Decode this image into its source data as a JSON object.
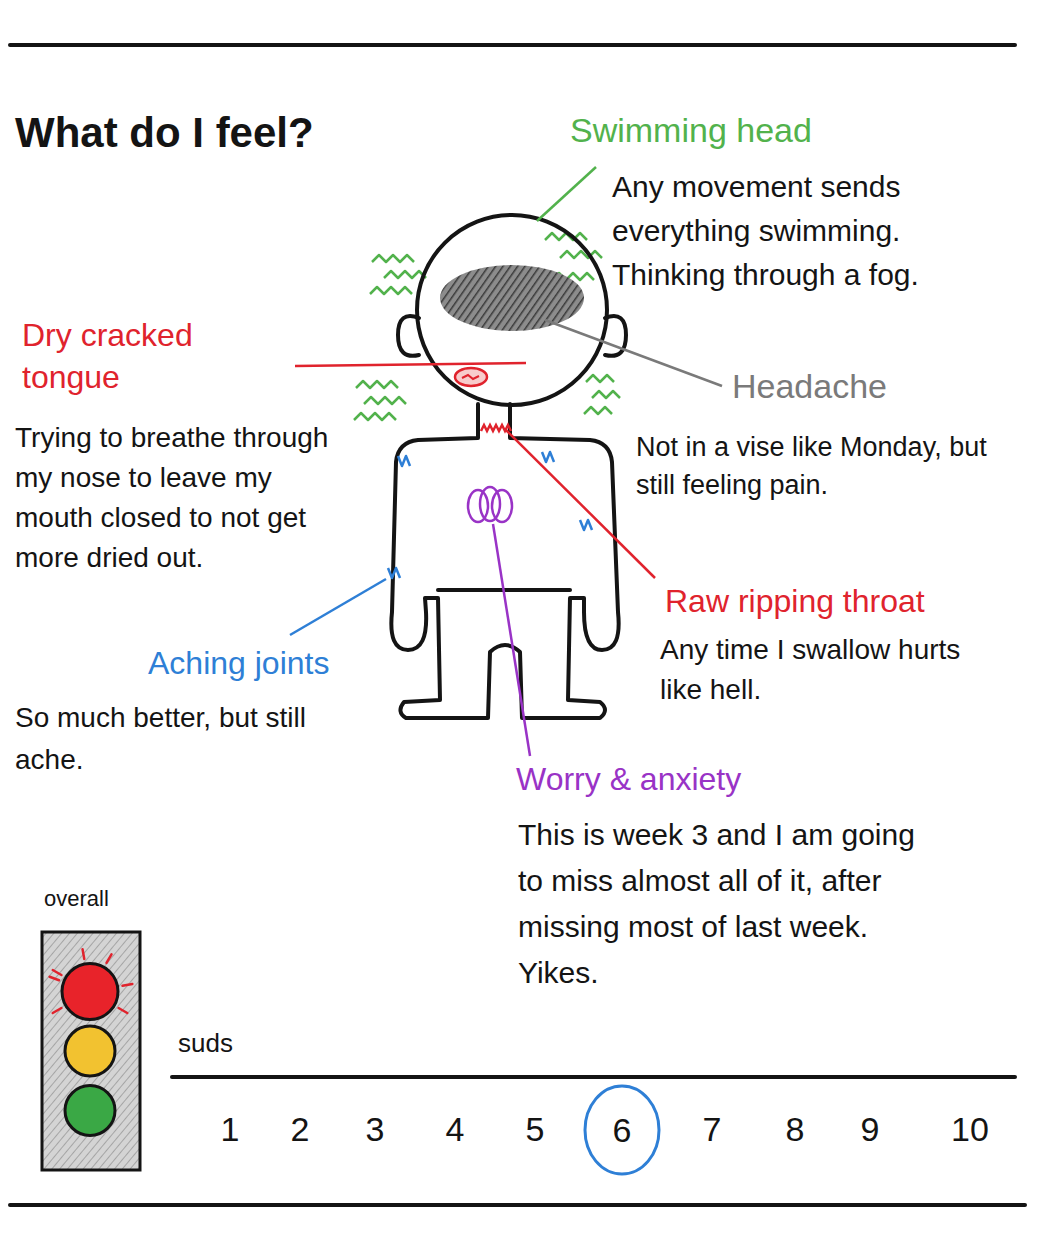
{
  "diagram": {
    "title": "What do I feel?",
    "nodes": [
      {
        "text": [
          "overall"
        ]
      },
      {
        "text": [
          "6"
        ]
      }
    ],
    "labels": [
      "Swimming head",
      "Any movement sends everything swimming. Thinking through a fog.",
      "Dry cracked tongue",
      "Trying to breathe through my nose to leave my mouth closed to not get more dried out.",
      "Headache",
      "Not in a vise like Monday, but still feeling pain.",
      "Raw ripping throat",
      "Any time I swallow hurts like hell.",
      "Aching joints",
      "So much better, but still ache.",
      "Worry & anxiety",
      "This is week 3 and I am going to miss almost all of it, after missing most of last week. Yikes.",
      "suds",
      "1",
      "2",
      "3",
      "4",
      "5",
      "7",
      "8",
      "9",
      "10"
    ]
  }
}
